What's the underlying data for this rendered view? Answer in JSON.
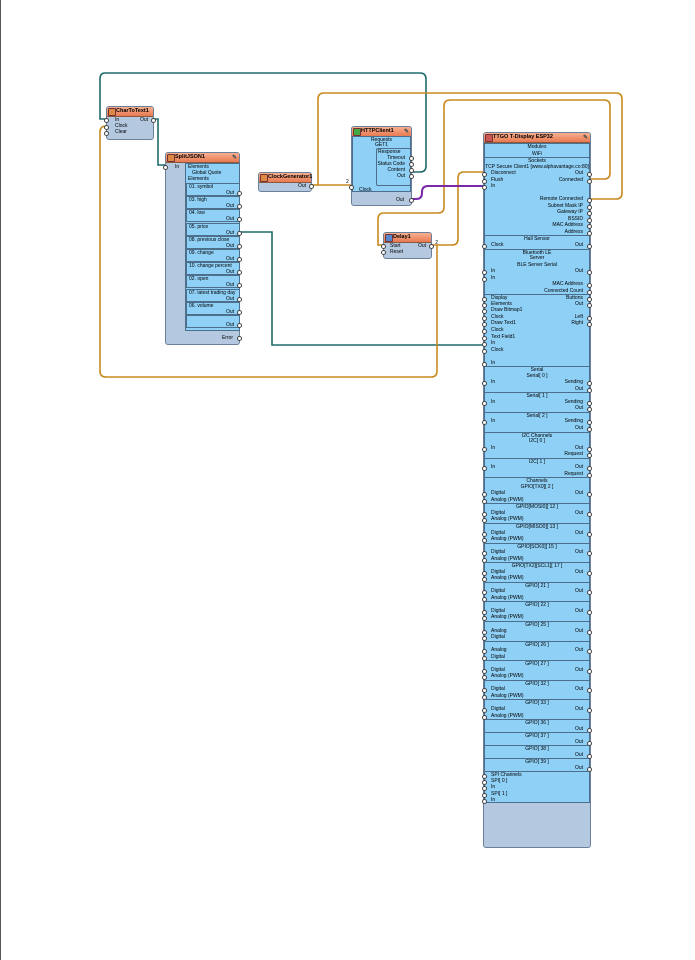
{
  "colors": {
    "wire_teal": "#1e6b6b",
    "wire_orange": "#c88a1e",
    "wire_purple": "#7a2aa8",
    "header": "#e87a52",
    "panel": "#8fd0f6",
    "body": "#b4c8e0"
  },
  "char_to_text": {
    "title": "CharToText1",
    "pins": {
      "in": "In",
      "clock": "Clock",
      "clear": "Clear",
      "out": "Out"
    }
  },
  "split_json": {
    "title": "SplitJSON1",
    "in": "In",
    "header": "Elements",
    "group": "Global Quote",
    "sub_header": "Elements",
    "items": [
      "01. symbol",
      "03. high",
      "04. low",
      "05. price",
      "08. previous close",
      "09. change",
      "10. change percent",
      "02. open",
      "07. latest trading day",
      "06. volume",
      ""
    ],
    "out": "Out",
    "error": "Error"
  },
  "clock_gen": {
    "title": "ClockGenerator1",
    "out": "Out"
  },
  "http": {
    "title": "HTTPClient1",
    "requests": "Requests",
    "get": "GET1",
    "response": "Response",
    "timeout": "Timeout",
    "status": "Status Code",
    "content": "Content",
    "out_inner": "Out",
    "clock": "Clock",
    "out": "Out",
    "clock_count": "2"
  },
  "delay": {
    "title": "Delay1",
    "start": "Start",
    "reset": "Reset",
    "out": "Out",
    "out_count": "2"
  },
  "esp": {
    "title": "TTGO T-Display ESP32",
    "rows": [
      {
        "c": "Modules"
      },
      {
        "c": "WiFi"
      },
      {
        "c": "Sockets",
        "sec": 1
      },
      {
        "c": "TCP Secure Client1 [www.alphavantage.co:80]"
      },
      {
        "l": "Disconnect",
        "r": "Out"
      },
      {
        "l": "Flush",
        "r": "Connected"
      },
      {
        "l": "In"
      },
      {},
      {
        "r": "Remote Connected"
      },
      {
        "r": "Subnet Mask IP"
      },
      {
        "r": "Gateway IP"
      },
      {
        "r": "BSSID"
      },
      {
        "r": "MAC Address"
      },
      {
        "r": "Address"
      },
      {
        "c": "Hall Sensor",
        "sec": 1
      },
      {
        "l": "Clock",
        "r": "Out"
      },
      {
        "c": "Bluetooth LE",
        "sec": 1
      },
      {
        "c": "Server"
      },
      {
        "c": "BLE Server Serial"
      },
      {
        "l": "In",
        "r": "Out"
      },
      {
        "l": "In"
      },
      {
        "r": "MAC Address"
      },
      {
        "r": "Connected Count"
      },
      {
        "l": "Display",
        "r": "Buttons",
        "sec": 1
      },
      {
        "l": "Elements",
        "r": "Out"
      },
      {
        "l": "Draw Bitmap1"
      },
      {
        "l": "Clock",
        "r": "Left"
      },
      {
        "l": "Draw Text1",
        "r": "Right"
      },
      {
        "l": "Clock"
      },
      {
        "l": "Text Field1"
      },
      {
        "l": "In"
      },
      {
        "l": "Clock"
      },
      {},
      {
        "l": "In"
      },
      {
        "c": "Serial",
        "sec": 1
      },
      {
        "c": "Serial[ 0 ]"
      },
      {
        "l": "In",
        "r": "Sending"
      },
      {
        "r": "Out"
      },
      {
        "c": "Serial[ 1 ]",
        "sec": 1
      },
      {
        "l": "In",
        "r": "Sending"
      },
      {
        "r": "Out"
      },
      {
        "c": "Serial[ 2 ]",
        "sec": 1
      },
      {
        "l": "In",
        "r": "Sending"
      },
      {
        "r": "Out"
      },
      {
        "c": "I2C Channels",
        "sec": 1
      },
      {
        "c": "I2C[ 0 ]"
      },
      {
        "l": "In",
        "r": "Out"
      },
      {
        "r": "Request"
      },
      {
        "c": "I2C[ 1 ]",
        "sec": 1
      },
      {
        "l": "In",
        "r": "Out"
      },
      {
        "r": "Request"
      },
      {
        "c": "Channels",
        "sec": 1
      },
      {
        "c": "GPIO[TX0][ 2 ]"
      },
      {
        "l": "Digital",
        "r": "Out"
      },
      {
        "l": "Analog (PWM)"
      },
      {
        "c": "GPIO[MOSI0][ 12 ]",
        "sec": 1
      },
      {
        "l": "Digital",
        "r": "Out"
      },
      {
        "l": "Analog (PWM)"
      },
      {
        "c": "GPIO[MISO0][ 13 ]",
        "sec": 1
      },
      {
        "l": "Digital",
        "r": "Out"
      },
      {
        "l": "Analog (PWM)"
      },
      {
        "c": "GPIO[SCK0][ 15 ]",
        "sec": 1
      },
      {
        "l": "Digital",
        "r": "Out"
      },
      {
        "l": "Analog (PWM)"
      },
      {
        "c": "GPIO[TX2][SCL1][ 17 ]",
        "sec": 1
      },
      {
        "l": "Digital",
        "r": "Out"
      },
      {
        "l": "Analog (PWM)"
      },
      {
        "c": "GPIO[ 21 ]",
        "sec": 1
      },
      {
        "l": "Digital",
        "r": "Out"
      },
      {
        "l": "Analog (PWM)"
      },
      {
        "c": "GPIO[ 22 ]",
        "sec": 1
      },
      {
        "l": "Digital",
        "r": "Out"
      },
      {
        "l": "Analog (PWM)"
      },
      {
        "c": "GPIO[ 25 ]",
        "sec": 1
      },
      {
        "l": "Analog",
        "r": "Out"
      },
      {
        "l": "Digital"
      },
      {
        "c": "GPIO[ 26 ]",
        "sec": 1
      },
      {
        "l": "Analog",
        "r": "Out"
      },
      {
        "l": "Digital"
      },
      {
        "c": "GPIO[ 27 ]",
        "sec": 1
      },
      {
        "l": "Digital",
        "r": "Out"
      },
      {
        "l": "Analog (PWM)"
      },
      {
        "c": "GPIO[ 32 ]",
        "sec": 1
      },
      {
        "l": "Digital",
        "r": "Out"
      },
      {
        "l": "Analog (PWM)"
      },
      {
        "c": "GPIO[ 33 ]",
        "sec": 1
      },
      {
        "l": "Digital",
        "r": "Out"
      },
      {
        "l": "Analog (PWM)"
      },
      {
        "c": "GPIO[ 36 ]",
        "sec": 1
      },
      {
        "r": "Out"
      },
      {
        "c": "GPIO[ 37 ]",
        "sec": 1
      },
      {
        "r": "Out"
      },
      {
        "c": "GPIO[ 38 ]",
        "sec": 1
      },
      {
        "r": "Out"
      },
      {
        "c": "GPIO[ 39 ]",
        "sec": 1
      },
      {
        "r": "Out"
      },
      {
        "l": "SPI Channels",
        "sec": 1
      },
      {
        "l": "SPI[ 0 ]"
      },
      {
        "l": "In"
      },
      {
        "l": "SPI[ 1 ]"
      },
      {
        "l": "In"
      }
    ]
  }
}
